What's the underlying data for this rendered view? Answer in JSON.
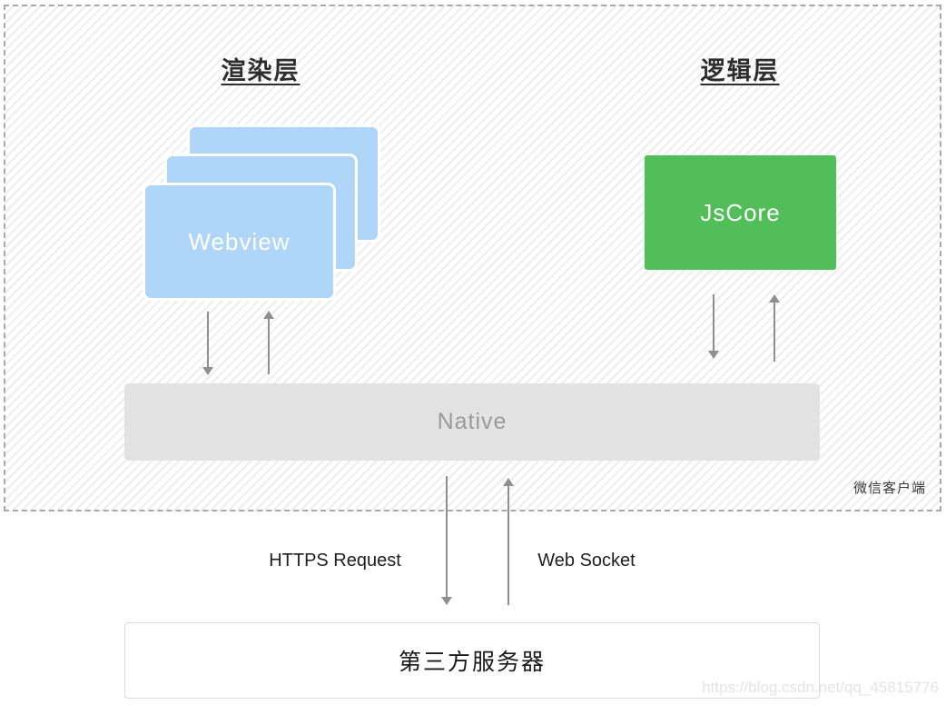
{
  "client": {
    "tag": "微信客户端",
    "render_layer_title": "渲染层",
    "logic_layer_title": "逻辑层",
    "webview_label": "Webview",
    "jscore_label": "JsCore",
    "native_label": "Native"
  },
  "connections": {
    "https_request": "HTTPS Request",
    "web_socket": "Web Socket"
  },
  "server_label": "第三方服务器",
  "watermark": "https://blog.csdn.net/qq_45815776",
  "colors": {
    "webview-blue": "#AFD6F8",
    "jscore-green": "#52BE5A",
    "native-gray": "#E3E3E3",
    "arrow-gray": "#8f8f8f",
    "dash-border": "#a9a9a9",
    "hatch": "#ededed",
    "watermark-gray": "#e4e4e4"
  }
}
